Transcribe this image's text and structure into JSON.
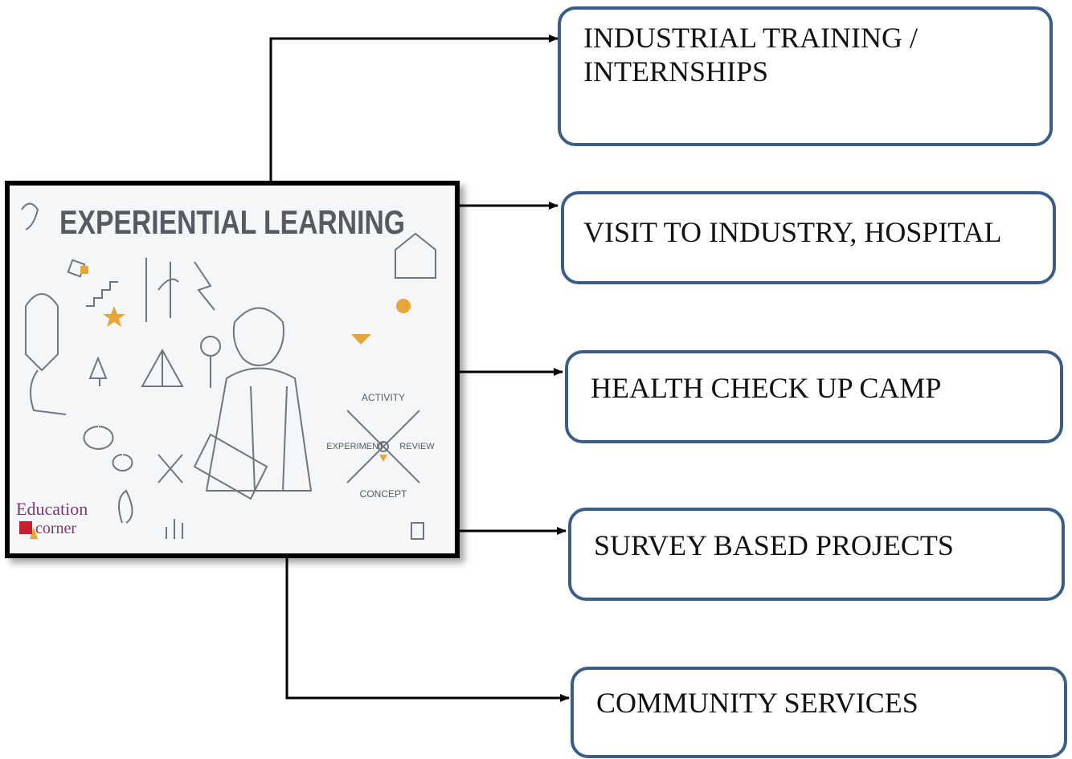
{
  "image": {
    "title": "EXPERIENTIAL LEARNING",
    "cycle_labels": [
      "ACTIVITY",
      "EXPERIMENT",
      "REVIEW",
      "CONCEPT"
    ],
    "logo_line1": "Education",
    "logo_line2": "corner"
  },
  "boxes": [
    {
      "label": "INDUSTRIAL TRAINING / INTERNSHIPS"
    },
    {
      "label": "VISIT TO INDUSTRY, HOSPITAL"
    },
    {
      "label": "HEALTH CHECK UP CAMP"
    },
    {
      "label": "SURVEY BASED PROJECTS"
    },
    {
      "label": "COMMUNITY SERVICES"
    }
  ],
  "colors": {
    "box_border": "#3c5d86",
    "title": "#555b63",
    "accent": "#e8a63a"
  }
}
